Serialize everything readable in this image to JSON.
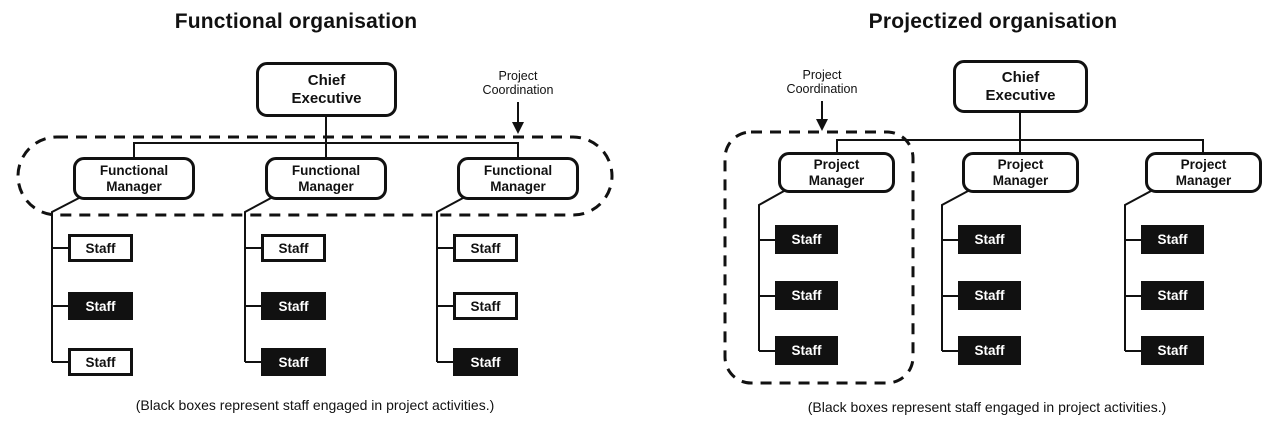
{
  "page": {
    "ink_color": "#111111",
    "background_color": "#ffffff",
    "filled_box_color": "#111111"
  },
  "diagrams": {
    "left": {
      "title": "Functional organisation",
      "coordination": {
        "line1": "Project",
        "line2": "Coordination"
      },
      "root": {
        "line1": "Chief",
        "line2": "Executive"
      },
      "managers": [
        {
          "line1": "Functional",
          "line2": "Manager"
        },
        {
          "line1": "Functional",
          "line2": "Manager"
        },
        {
          "line1": "Functional",
          "line2": "Manager"
        }
      ],
      "columns": [
        {
          "staff": [
            {
              "label": "Staff",
              "filled": false
            },
            {
              "label": "Staff",
              "filled": true
            },
            {
              "label": "Staff",
              "filled": false
            }
          ]
        },
        {
          "staff": [
            {
              "label": "Staff",
              "filled": false
            },
            {
              "label": "Staff",
              "filled": true
            },
            {
              "label": "Staff",
              "filled": true
            }
          ]
        },
        {
          "staff": [
            {
              "label": "Staff",
              "filled": false
            },
            {
              "label": "Staff",
              "filled": false
            },
            {
              "label": "Staff",
              "filled": true
            }
          ]
        }
      ],
      "caption": "(Black boxes represent staff engaged in project activities.)"
    },
    "right": {
      "title": "Projectized organisation",
      "coordination": {
        "line1": "Project",
        "line2": "Coordination"
      },
      "root": {
        "line1": "Chief",
        "line2": "Executive"
      },
      "managers": [
        {
          "line1": "Project",
          "line2": "Manager"
        },
        {
          "line1": "Project",
          "line2": "Manager"
        },
        {
          "line1": "Project",
          "line2": "Manager"
        }
      ],
      "columns": [
        {
          "staff": [
            {
              "label": "Staff",
              "filled": true
            },
            {
              "label": "Staff",
              "filled": true
            },
            {
              "label": "Staff",
              "filled": true
            }
          ]
        },
        {
          "staff": [
            {
              "label": "Staff",
              "filled": true
            },
            {
              "label": "Staff",
              "filled": true
            },
            {
              "label": "Staff",
              "filled": true
            }
          ]
        },
        {
          "staff": [
            {
              "label": "Staff",
              "filled": true
            },
            {
              "label": "Staff",
              "filled": true
            },
            {
              "label": "Staff",
              "filled": true
            }
          ]
        }
      ],
      "caption": "(Black boxes represent staff engaged in project activities.)"
    }
  }
}
